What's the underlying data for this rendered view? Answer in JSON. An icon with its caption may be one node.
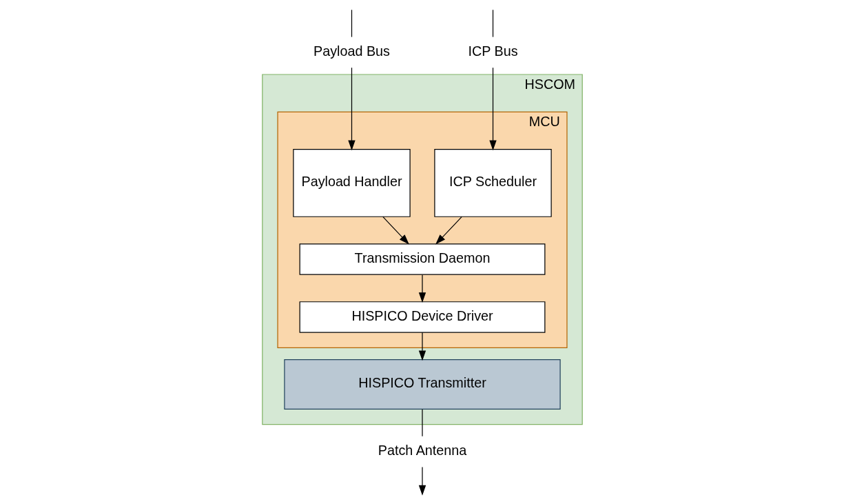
{
  "diagram": {
    "nodes": [
      {
        "text": [
          "HSCOM"
        ]
      },
      {
        "text": [
          "MCU"
        ],
        "in": 0
      },
      {
        "text": [
          "ICP Scheduler"
        ],
        "in": 1
      },
      {
        "text": [
          "Payload Handler"
        ],
        "in": 1
      },
      {
        "text": [
          "Transmission Daemon"
        ],
        "in": 1
      },
      {
        "text": [
          "HISPICO Device Driver"
        ],
        "in": 1
      },
      {
        "text": [
          "HISPICO Transmitter"
        ],
        "in": 0
      },
      {
        "text": [
          "Payload Bus"
        ]
      },
      {
        "text": [
          "ICP Bus"
        ]
      },
      {
        "text": [
          "Patch Antenna"
        ]
      }
    ],
    "edges": [
      {
        "from": null,
        "to": 7,
        "arrow": "none"
      },
      {
        "from": 7,
        "to": 3,
        "arrow": "to"
      },
      {
        "from": null,
        "to": 8,
        "arrow": "none"
      },
      {
        "from": 8,
        "to": 2,
        "arrow": "to"
      },
      {
        "from": 2,
        "to": 4,
        "arrow": "to"
      },
      {
        "from": 3,
        "to": 4,
        "arrow": "to"
      },
      {
        "from": 4,
        "to": 5,
        "arrow": "to"
      },
      {
        "from": 5,
        "to": 6,
        "arrow": "to"
      },
      {
        "from": 6,
        "to": 9,
        "arrow": "none"
      },
      {
        "from": 9,
        "to": null,
        "arrow": "to"
      }
    ]
  }
}
